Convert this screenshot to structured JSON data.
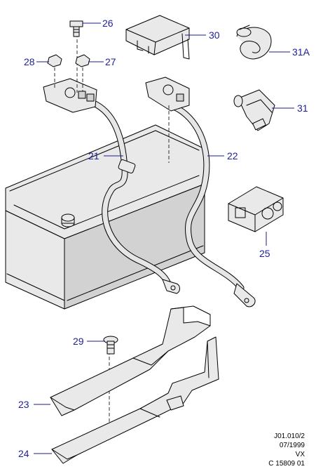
{
  "callouts": {
    "c26": "26",
    "c28": "28",
    "c27": "27",
    "c30": "30",
    "c31A": "31A",
    "c31": "31",
    "c21": "21",
    "c22": "22",
    "c25": "25",
    "c29": "29",
    "c23": "23",
    "c24": "24"
  },
  "reference": {
    "code": "J01.010/2",
    "date": "07/1999",
    "model": "VX",
    "figure": "C 15809 01"
  },
  "colors": {
    "callout_text": "#1f1f9a",
    "leader_line": "#1d1d8a",
    "part_fill": "#e9e9e9",
    "outline": "#000000"
  }
}
